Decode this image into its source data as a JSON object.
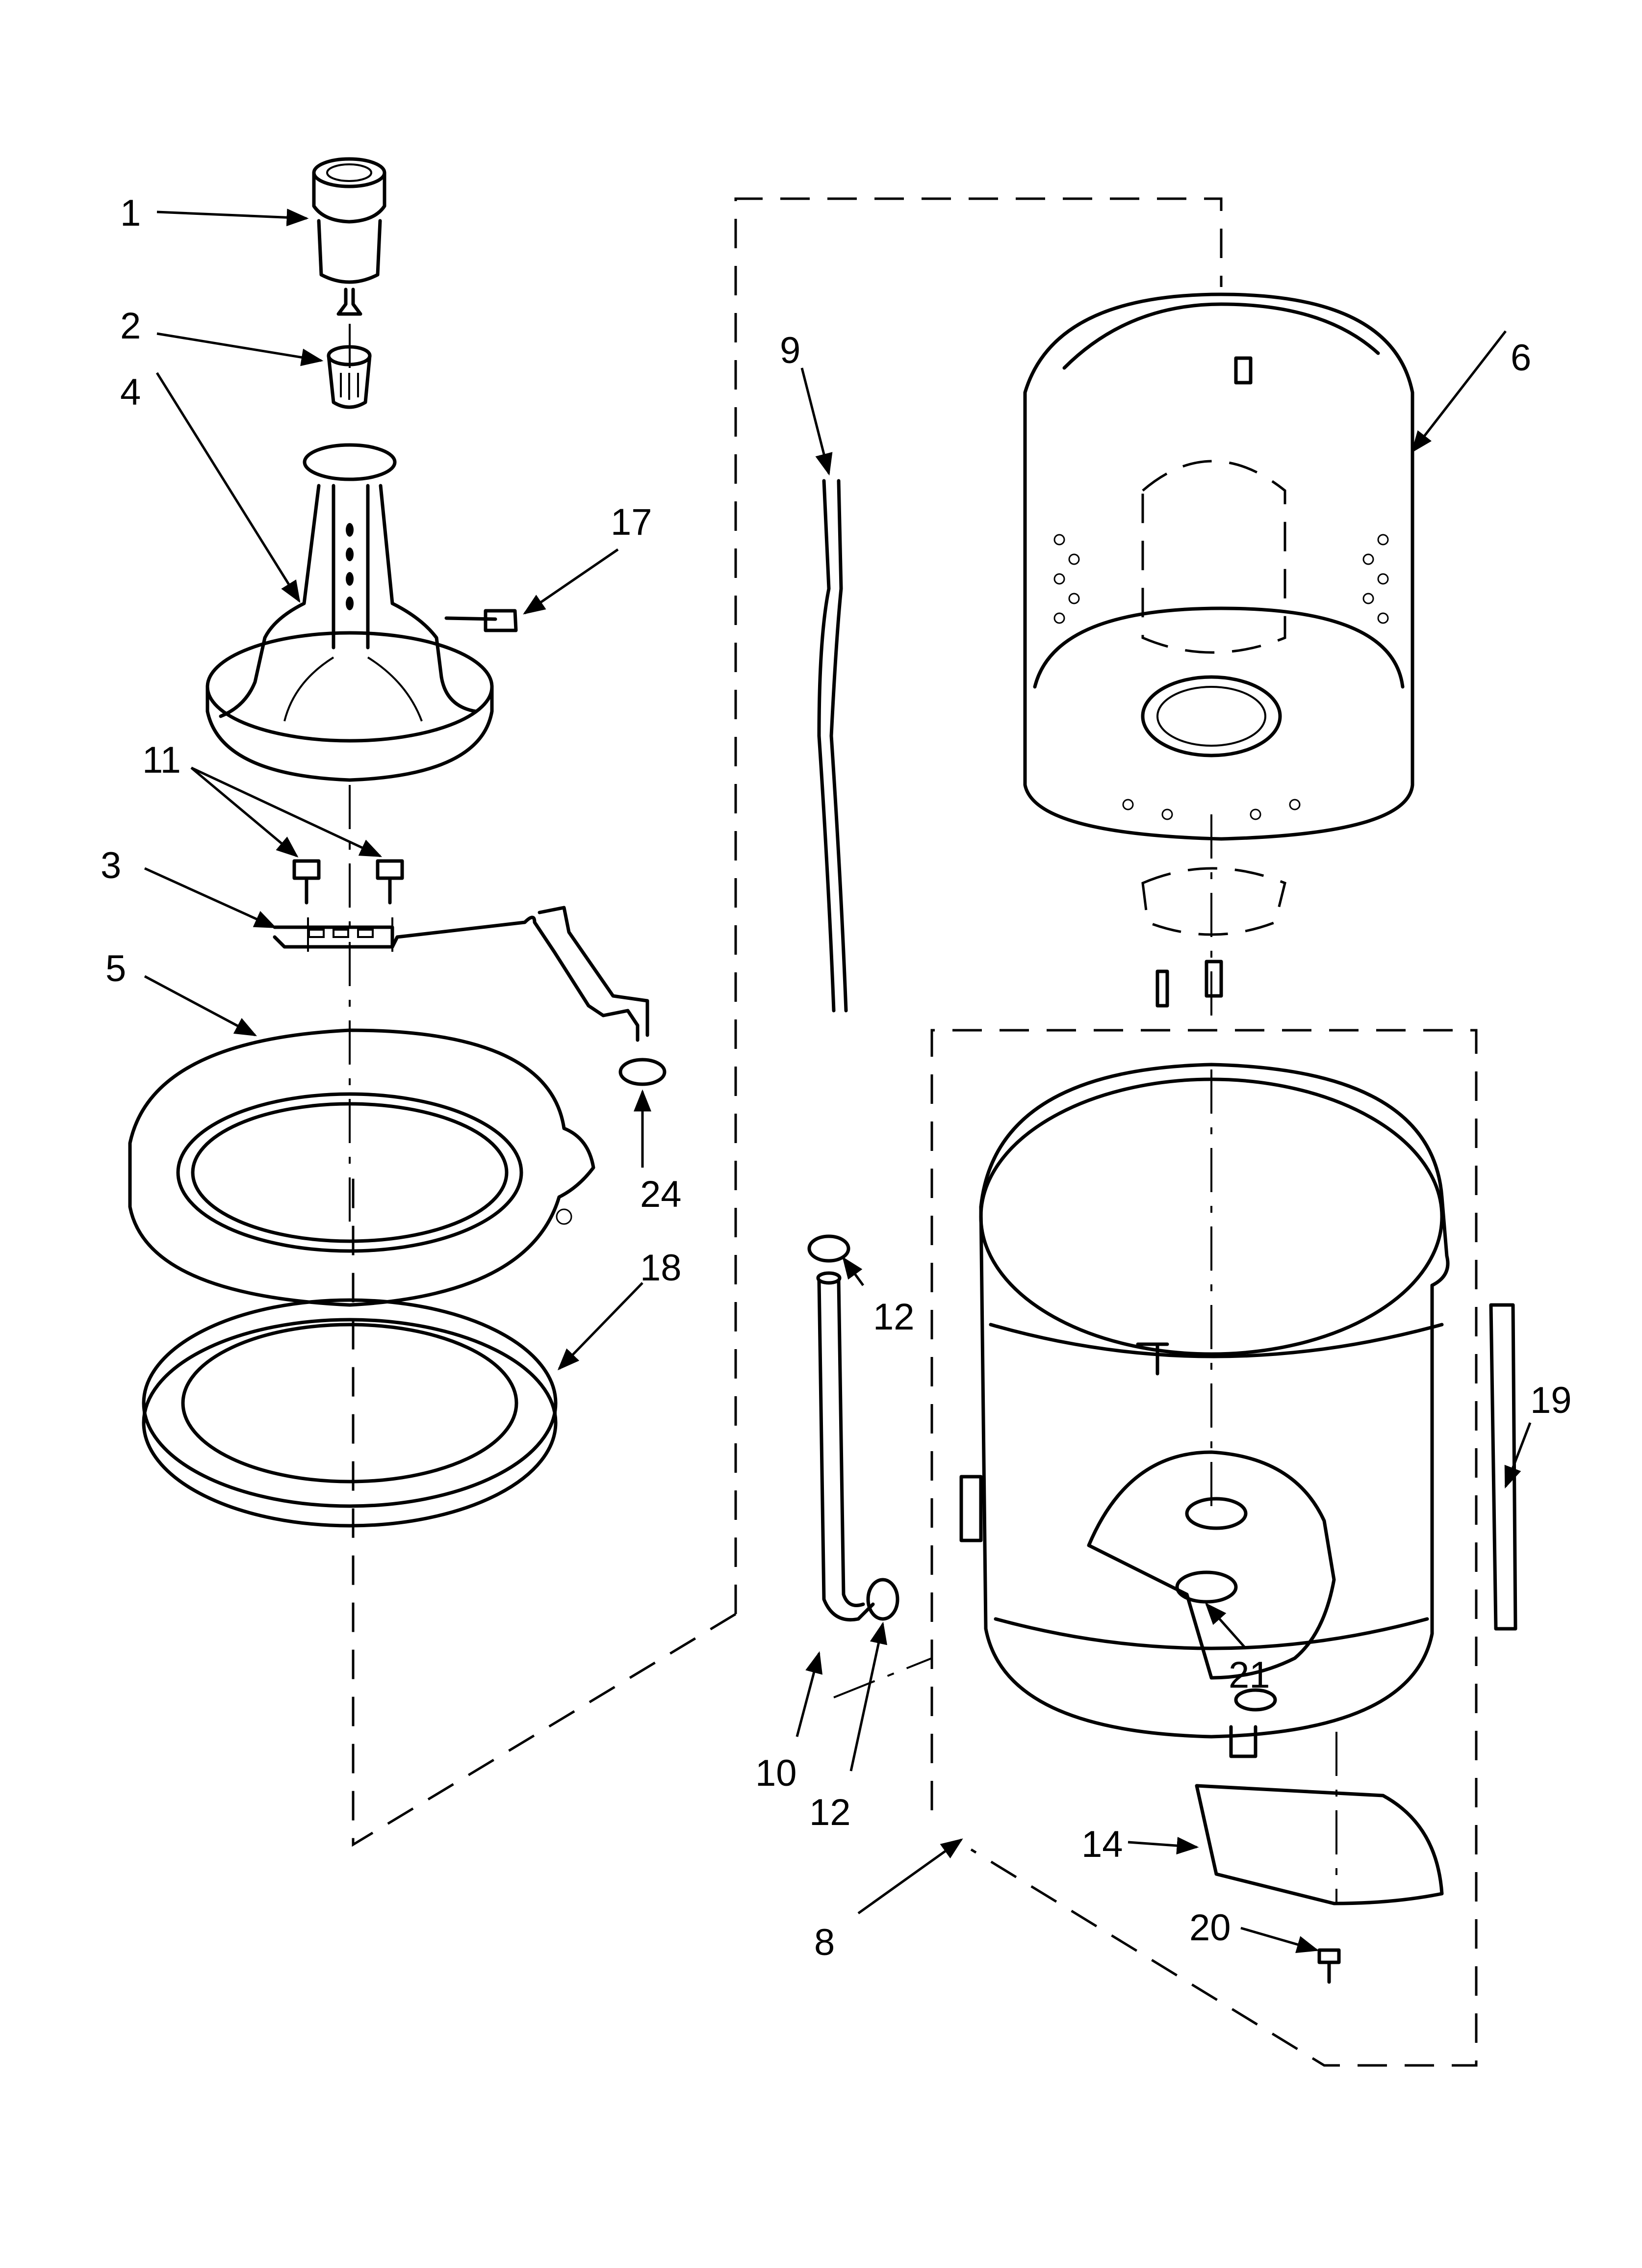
{
  "diagram": {
    "callouts": [
      {
        "id": "1",
        "text": "1"
      },
      {
        "id": "2",
        "text": "2"
      },
      {
        "id": "3",
        "text": "3"
      },
      {
        "id": "4",
        "text": "4"
      },
      {
        "id": "5",
        "text": "5"
      },
      {
        "id": "6",
        "text": "6"
      },
      {
        "id": "8",
        "text": "8"
      },
      {
        "id": "9",
        "text": "9"
      },
      {
        "id": "10",
        "text": "10"
      },
      {
        "id": "11",
        "text": "11"
      },
      {
        "id": "12a",
        "text": "12"
      },
      {
        "id": "12b",
        "text": "12"
      },
      {
        "id": "14",
        "text": "14"
      },
      {
        "id": "17",
        "text": "17"
      },
      {
        "id": "18",
        "text": "18"
      },
      {
        "id": "19",
        "text": "19"
      },
      {
        "id": "20",
        "text": "20"
      },
      {
        "id": "21",
        "text": "21"
      },
      {
        "id": "24",
        "text": "24"
      }
    ]
  }
}
